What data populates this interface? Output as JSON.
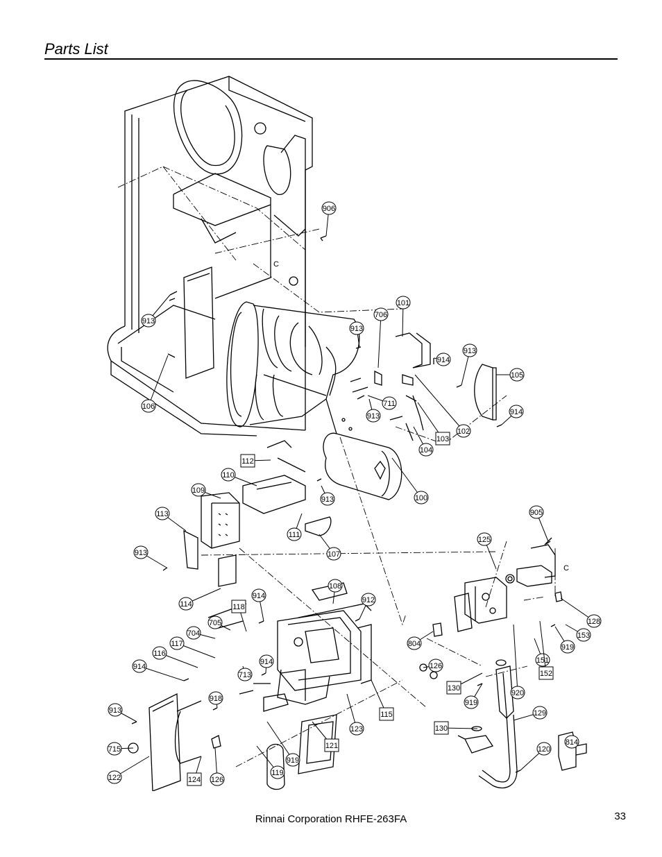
{
  "page": {
    "title": "Parts List",
    "footer": "Rinnai Corporation RHFE-263FA",
    "page_number": "33"
  },
  "labels": [
    {
      "text": "906",
      "boxed": false
    },
    {
      "text": "913",
      "boxed": false
    },
    {
      "text": "101",
      "boxed": false
    },
    {
      "text": "706",
      "boxed": false
    },
    {
      "text": "913",
      "boxed": false
    },
    {
      "text": "914",
      "boxed": false
    },
    {
      "text": "913",
      "boxed": false
    },
    {
      "text": "105",
      "boxed": false
    },
    {
      "text": "106",
      "boxed": false
    },
    {
      "text": "711",
      "boxed": false
    },
    {
      "text": "913",
      "boxed": false
    },
    {
      "text": "103",
      "boxed": true
    },
    {
      "text": "102",
      "boxed": false
    },
    {
      "text": "914",
      "boxed": false
    },
    {
      "text": "104",
      "boxed": false
    },
    {
      "text": "112",
      "boxed": true
    },
    {
      "text": "110",
      "boxed": false
    },
    {
      "text": "109",
      "boxed": false
    },
    {
      "text": "913",
      "boxed": false
    },
    {
      "text": "100",
      "boxed": false
    },
    {
      "text": "113",
      "boxed": false
    },
    {
      "text": "111",
      "boxed": false
    },
    {
      "text": "107",
      "boxed": false
    },
    {
      "text": "913",
      "boxed": false
    },
    {
      "text": "905",
      "boxed": false
    },
    {
      "text": "125",
      "boxed": false
    },
    {
      "text": "114",
      "boxed": false
    },
    {
      "text": "108",
      "boxed": false
    },
    {
      "text": "914",
      "boxed": false
    },
    {
      "text": "118",
      "boxed": true
    },
    {
      "text": "912",
      "boxed": false
    },
    {
      "text": "128",
      "boxed": false
    },
    {
      "text": "705",
      "boxed": false
    },
    {
      "text": "153",
      "boxed": false
    },
    {
      "text": "704",
      "boxed": false
    },
    {
      "text": "804",
      "boxed": false
    },
    {
      "text": "117",
      "boxed": false
    },
    {
      "text": "919",
      "boxed": false
    },
    {
      "text": "116",
      "boxed": false
    },
    {
      "text": "914",
      "boxed": false
    },
    {
      "text": "151",
      "boxed": false
    },
    {
      "text": "914",
      "boxed": false
    },
    {
      "text": "713",
      "boxed": false
    },
    {
      "text": "126",
      "boxed": false
    },
    {
      "text": "152",
      "boxed": true
    },
    {
      "text": "130",
      "boxed": true
    },
    {
      "text": "920",
      "boxed": false
    },
    {
      "text": "918",
      "boxed": false
    },
    {
      "text": "919",
      "boxed": false
    },
    {
      "text": "913",
      "boxed": false
    },
    {
      "text": "115",
      "boxed": true
    },
    {
      "text": "129",
      "boxed": false
    },
    {
      "text": "123",
      "boxed": false
    },
    {
      "text": "130",
      "boxed": true
    },
    {
      "text": "715",
      "boxed": false
    },
    {
      "text": "121",
      "boxed": true
    },
    {
      "text": "814",
      "boxed": false
    },
    {
      "text": "120",
      "boxed": false
    },
    {
      "text": "919",
      "boxed": false
    },
    {
      "text": "122",
      "boxed": false
    },
    {
      "text": "124",
      "boxed": true
    },
    {
      "text": "126",
      "boxed": false
    },
    {
      "text": "119",
      "boxed": false
    },
    {
      "text": "C",
      "boxed": false
    },
    {
      "text": "C",
      "boxed": false
    }
  ]
}
